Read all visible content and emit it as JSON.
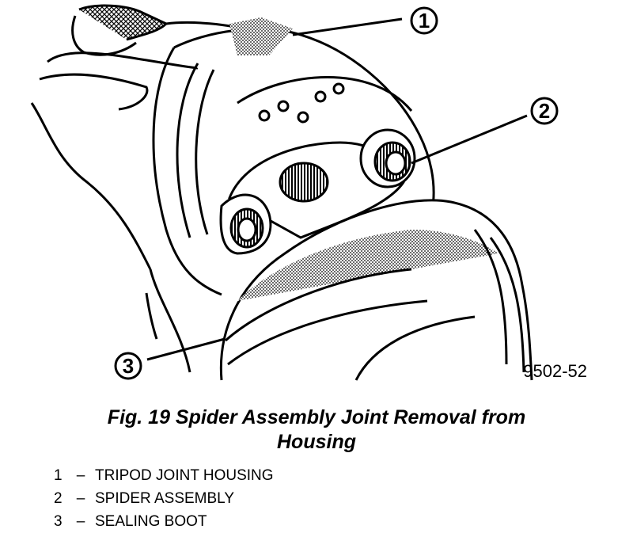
{
  "callouts": [
    {
      "number": "1",
      "label": "TRIPOD JOINT HOUSING"
    },
    {
      "number": "2",
      "label": "SPIDER ASSEMBLY"
    },
    {
      "number": "3",
      "label": "SEALING BOOT"
    }
  ],
  "figure_code": "9502-52",
  "caption": {
    "line1": "Fig. 19 Spider Assembly Joint Removal from",
    "line2": "Housing"
  },
  "legend_dash": "–"
}
